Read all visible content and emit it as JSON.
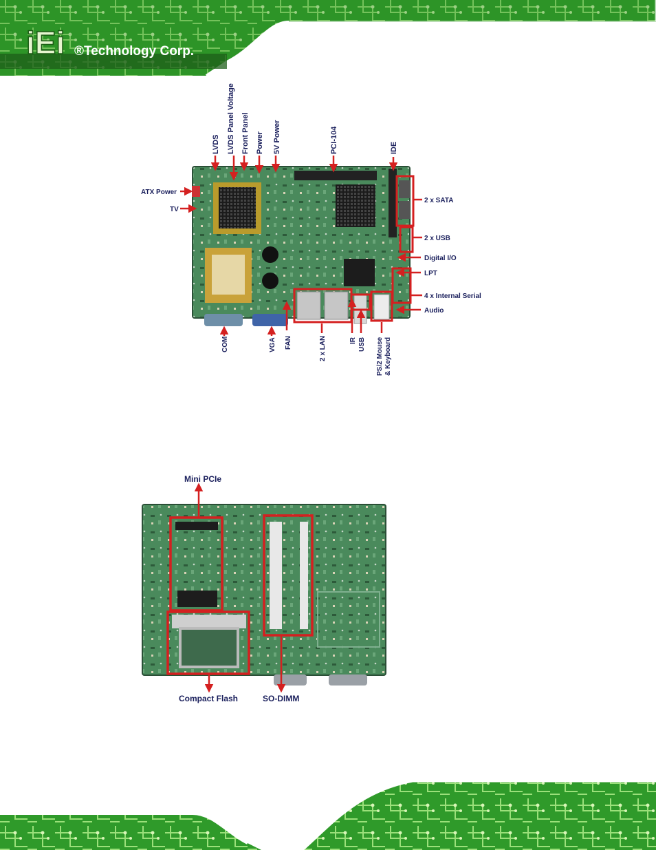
{
  "header": {
    "logo_text": "iEi",
    "company": "®Technology Corp."
  },
  "top_figure": {
    "labels_top": {
      "lvds": "LVDS",
      "lvds_panel_voltage": "LVDS Panel Voltage",
      "front_panel": "Front Panel",
      "power": "Power",
      "power_5v": "5V Power",
      "pci104": "PCI-104",
      "ide": "IDE"
    },
    "labels_left": {
      "atx_power": "ATX Power",
      "tv": "TV"
    },
    "labels_right": {
      "sata": "2 x SATA",
      "usb2": "2 x USB",
      "digital_io": "Digital I/O",
      "lpt": "LPT",
      "serial": "4 x Internal Serial",
      "audio": "Audio"
    },
    "labels_bottom": {
      "com": "COM",
      "vga": "VGA",
      "fan": "FAN",
      "lan": "2 x LAN",
      "ir": "IR",
      "usb": "USB",
      "ps2_line1": "PS/2 Mouse",
      "ps2_line2": "& Keyboard"
    }
  },
  "bottom_figure": {
    "mini_pcie": "Mini PCIe",
    "compact_flash": "Compact Flash",
    "so_dimm": "SO-DIMM"
  },
  "colors": {
    "pcb": "#3f7a52",
    "arrow": "#d42020",
    "label": "#1a1f5c",
    "banner_green": "#2fa02a"
  }
}
